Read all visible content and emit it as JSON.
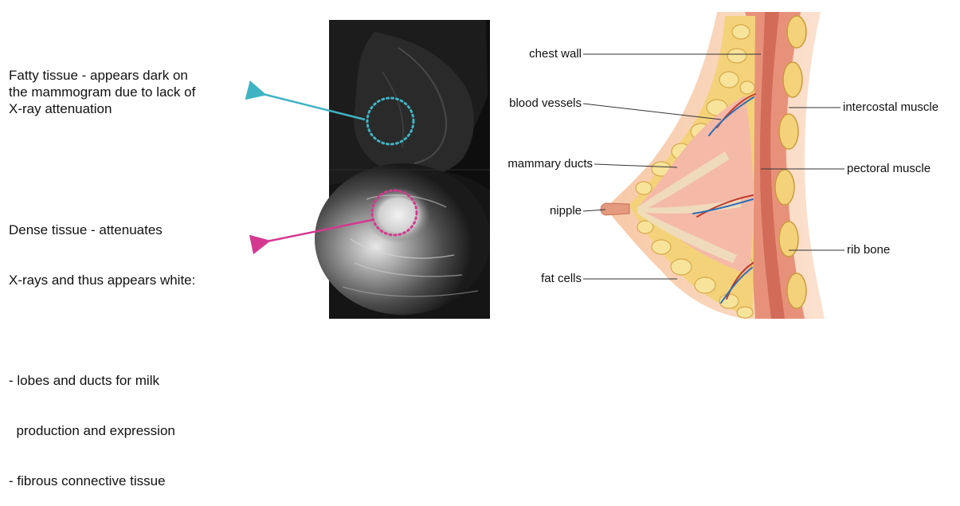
{
  "left_panel": {
    "fatty_label": [
      "Fatty tissue - appears dark on",
      "the mammogram due to lack of",
      "X-ray attenuation"
    ],
    "dense_label": [
      "Dense tissue - attenuates",
      "X-rays and thus appears white:",
      "",
      "- lobes and ducts for milk",
      "  production and expression",
      "- fibrous connective tissue"
    ]
  },
  "anatomy_labels": {
    "chest_wall": "chest wall",
    "blood_vessels": "blood vessels",
    "mammary_ducts": "mammary ducts",
    "nipple": "nipple",
    "fat_cells": "fat cells",
    "intercostal_muscle": "intercostal muscle",
    "pectoral_muscle": "pectoral muscle",
    "rib_bone": "rib bone"
  },
  "colors": {
    "fatty_arrow": "#3fb3c4",
    "dense_arrow": "#d4398f",
    "muscle": "#e8917a",
    "fat": "#f3d27a",
    "gland": "#f5b9a8",
    "vessel_red": "#c0392b",
    "vessel_blue": "#2c6fb5"
  }
}
